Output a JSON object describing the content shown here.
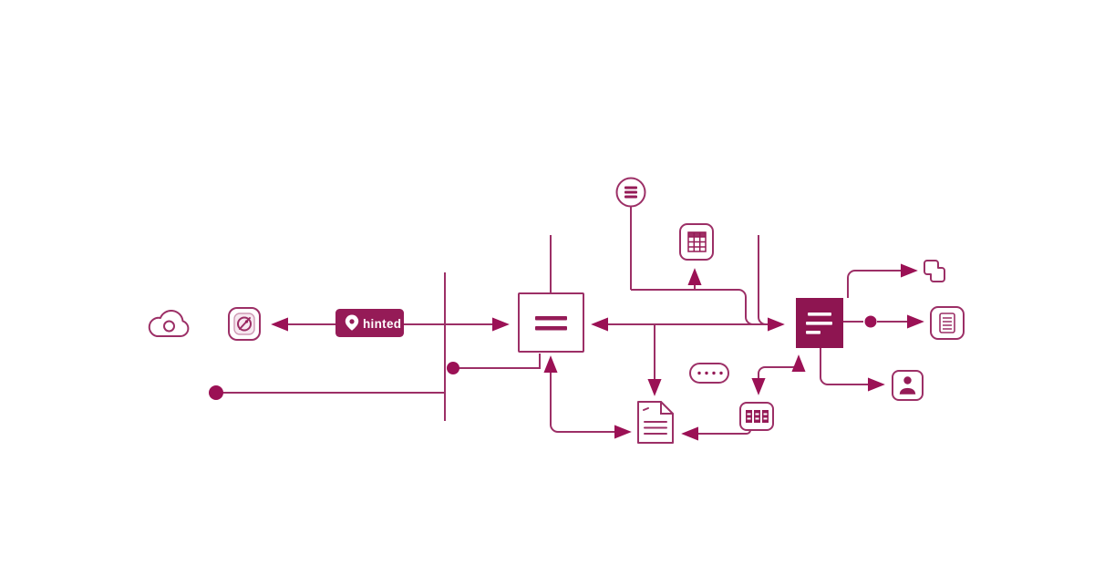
{
  "colors": {
    "accent": "#951b57",
    "fill_dark": "#8e1551",
    "stroke": "#9c2f66",
    "dot": "#9b1155",
    "background": "#ffffff"
  },
  "badge": {
    "label": "hinted",
    "icon": "location-pin-icon"
  },
  "icons": {
    "cloud": "cloud-icon",
    "app": "slashed-circle-app-icon",
    "merge_box": "merge-node-box",
    "list_circle": "list-circle-icon",
    "table": "table-grid-icon",
    "dark_list_box": "list-node-box",
    "puzzle": "puzzle-piece-icon",
    "report": "report-document-icon",
    "person": "person-icon",
    "document": "document-page-icon",
    "cells": "spreadsheet-cells-icon",
    "ellipsis": "ellipsis-pill-icon"
  }
}
